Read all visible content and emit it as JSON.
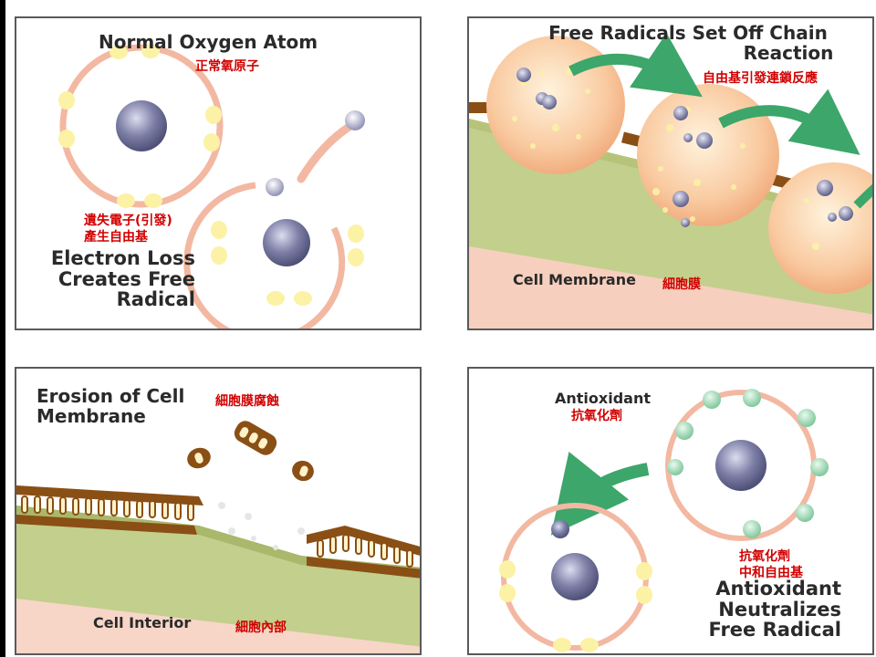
{
  "panels": {
    "normal_atom": {
      "title": "Normal Oxygen Atom",
      "title_zh": "正常氧原子",
      "loss_zh_line1": "遺失電子(引發)",
      "loss_zh_line2": "產生自由基",
      "loss_line1": "Electron Loss",
      "loss_line2": "Creates Free",
      "loss_line3": "Radical"
    },
    "chain_reaction": {
      "title_line1": "Free Radicals Set Off Chain",
      "title_line2": "Reaction",
      "title_zh": "自由基引發連鎖反應",
      "membrane_label": "Cell Membrane",
      "membrane_zh": "細胞膜"
    },
    "erosion": {
      "title_line1": "Erosion of Cell",
      "title_line2": "Membrane",
      "title_zh": "細胞膜腐蝕",
      "interior_label": "Cell Interior",
      "interior_zh": "細胞內部"
    },
    "antioxidant": {
      "label": "Antioxidant",
      "label_zh": "抗氧化劑",
      "neutral_zh_line1": "抗氧化劑",
      "neutral_zh_line2": "中和自由基",
      "neutral_line1": "Antioxidant",
      "neutral_line2": "Neutralizes",
      "neutral_line3": "Free Radical"
    }
  },
  "colors": {
    "orbit": "#f3b8a2",
    "electron": "#fbf2a6",
    "nucleus": "#7d7fa6",
    "antioxidant_electron": "#a8dfc0",
    "arrow": "#3da66a",
    "membrane_green": "#c3cf8c",
    "membrane_pink": "#f6cfbe",
    "brown": "#8a4f14",
    "label_red": "#d10000"
  }
}
